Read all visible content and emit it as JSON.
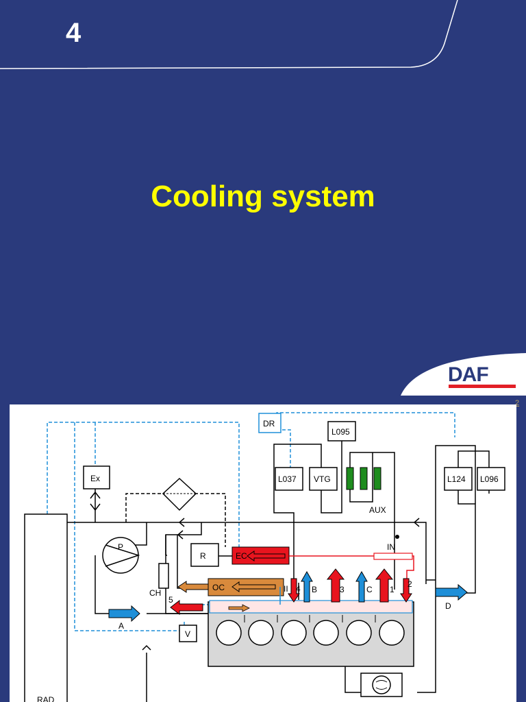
{
  "slide": {
    "number": "4",
    "title": "Cooling system",
    "page_ref": "2"
  },
  "logo": {
    "text": "DAF"
  },
  "diagram": {
    "labels": {
      "dr": "DR",
      "l095": "L095",
      "l037": "L037",
      "vtg": "VTG",
      "aux": "AUX",
      "l124": "L124",
      "l096": "L096",
      "ex": "Ex",
      "p": "P",
      "r": "R",
      "ec": "EC",
      "in": "IN",
      "oc": "OC",
      "ch": "CH",
      "v": "V",
      "a": "A",
      "b": "B",
      "c": "C",
      "d": "D",
      "n1": "1",
      "n2": "2",
      "n3": "3",
      "n4": "4",
      "n5": "5",
      "ii": "II",
      "rad": "RAD"
    }
  },
  "colors": {
    "background": "#2a3a7c",
    "title": "#ffff00",
    "coolant_cold": "#1e8fd8",
    "coolant_hot": "#e8141e",
    "oil": "#d98a3c",
    "aux": "#1e8c1e"
  }
}
